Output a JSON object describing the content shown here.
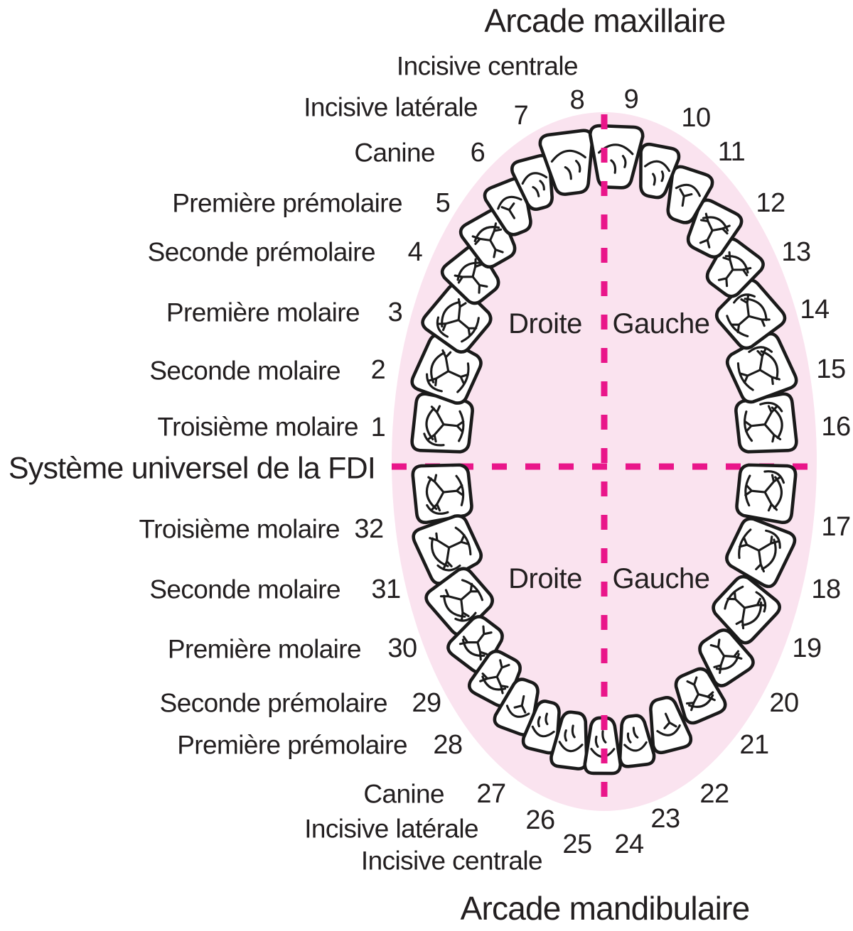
{
  "titles": {
    "maxillary": "Arcade maxillaire",
    "mandibular": "Arcade mandibulaire",
    "system": "Système universel de la FDI"
  },
  "quadrant_labels": {
    "upper_right": "Droite",
    "upper_left": "Gauche",
    "lower_right": "Droite",
    "lower_left": "Gauche"
  },
  "upper_tooth_labels": [
    "Incisive centrale",
    "Incisive latérale",
    "Canine",
    "Première prémolaire",
    "Seconde prémolaire",
    "Première molaire",
    "Seconde molaire",
    "Troisième molaire"
  ],
  "lower_tooth_labels": [
    "Troisième molaire",
    "Seconde molaire",
    "Première molaire",
    "Seconde prémolaire",
    "Première prémolaire",
    "Canine",
    "Incisive latérale",
    "Incisive centrale"
  ],
  "tooth_numbers": {
    "upper": [
      "1",
      "2",
      "3",
      "4",
      "5",
      "6",
      "7",
      "8",
      "9",
      "10",
      "11",
      "12",
      "13",
      "14",
      "15",
      "16"
    ],
    "lower": [
      "17",
      "18",
      "19",
      "20",
      "21",
      "22",
      "23",
      "24",
      "25",
      "26",
      "27",
      "28",
      "29",
      "30",
      "31",
      "32"
    ]
  },
  "colors": {
    "arch_fill": "#fae3ef",
    "midline": "#e9168a",
    "text": "#231f20",
    "tooth_outline": "#1a1a1a",
    "tooth_fill": "#ffffff"
  }
}
